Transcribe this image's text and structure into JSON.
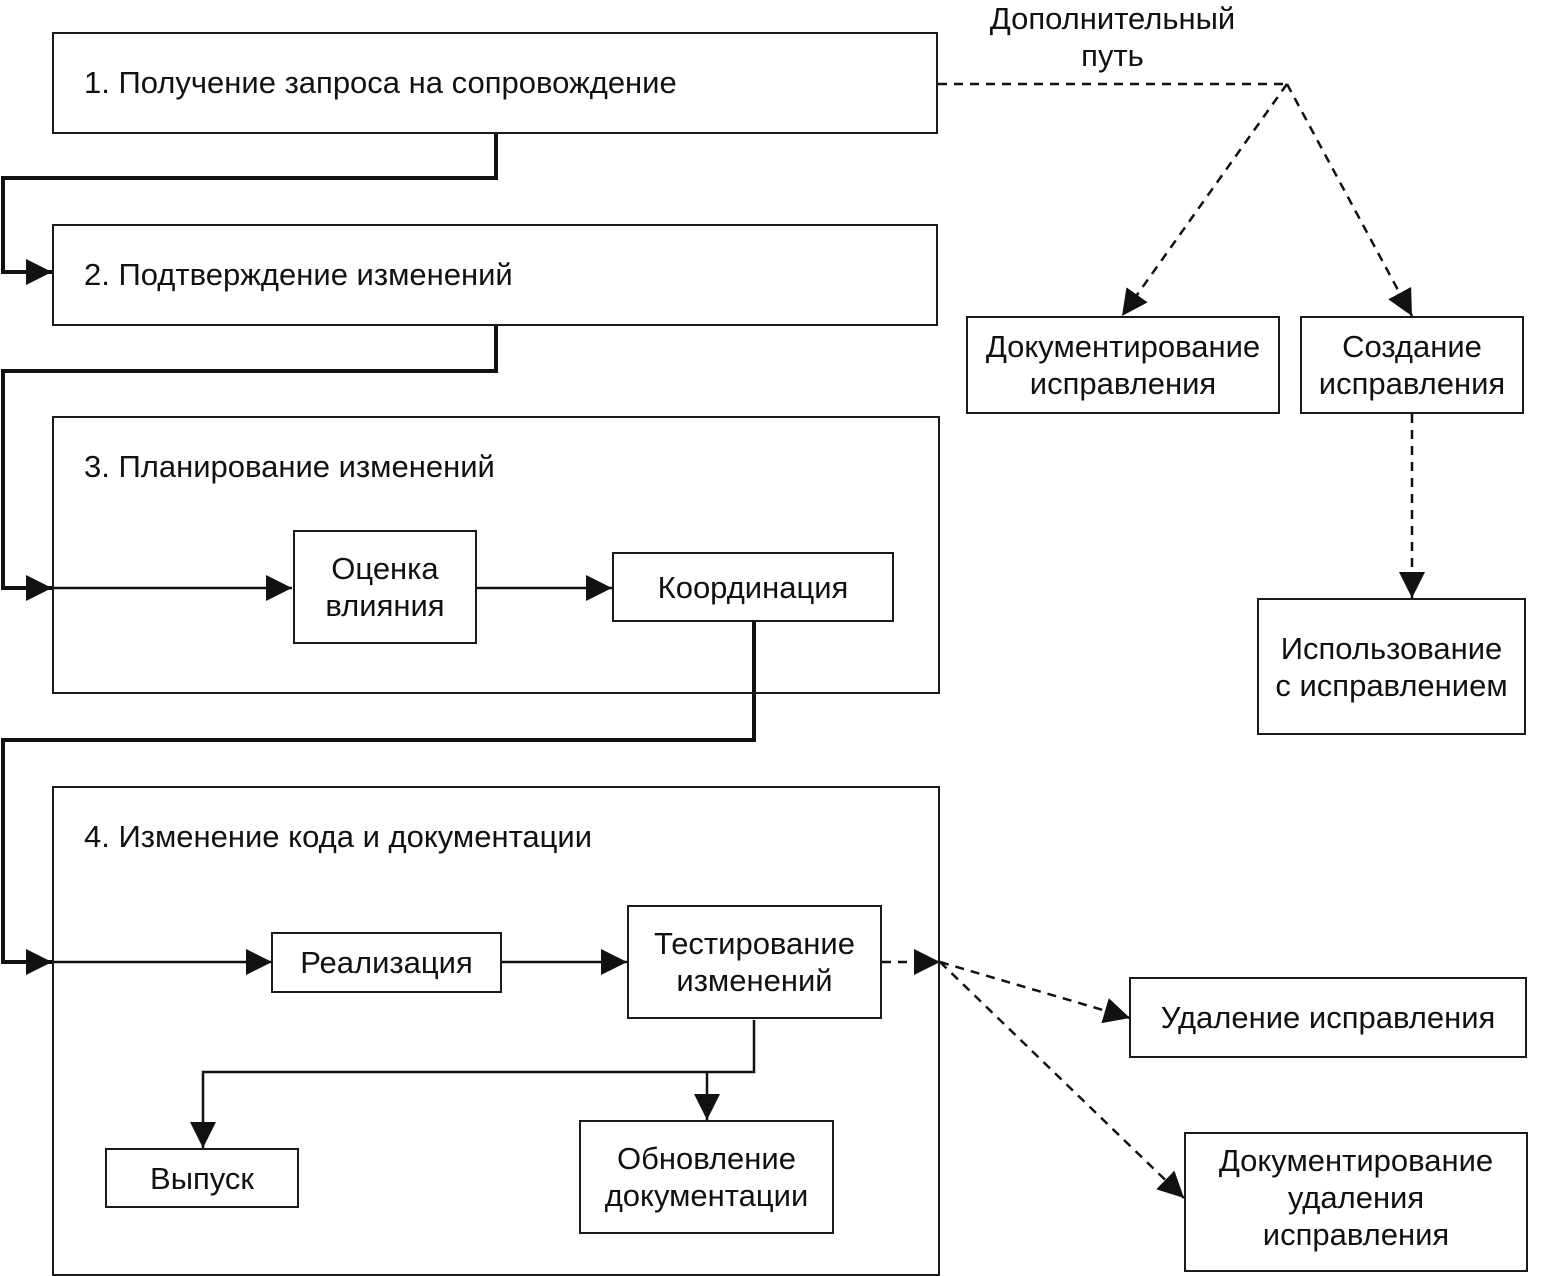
{
  "extra_path_label": "Дополнительный\nпуть",
  "stages": {
    "s1": "1. Получение запроса на сопровождение",
    "s2": "2. Подтверждение изменений",
    "s3": "3. Планирование изменений",
    "s4": "4. Изменение кода и документации"
  },
  "planning": {
    "impact": "Оценка\nвлияния",
    "coordination": "Координация"
  },
  "change": {
    "implementation": "Реализация",
    "testing": "Тестирование\nизменений",
    "release": "Выпуск",
    "doc_update": "Обновление\nдокументации"
  },
  "fix_path": {
    "doc_fix": "Документирование\nисправления",
    "create_fix": "Создание\nисправления",
    "use_fix": "Использование\nс исправлением"
  },
  "removal": {
    "remove_fix": "Удаление исправления",
    "doc_removal": "Документирование\nудаления\nисправления"
  }
}
